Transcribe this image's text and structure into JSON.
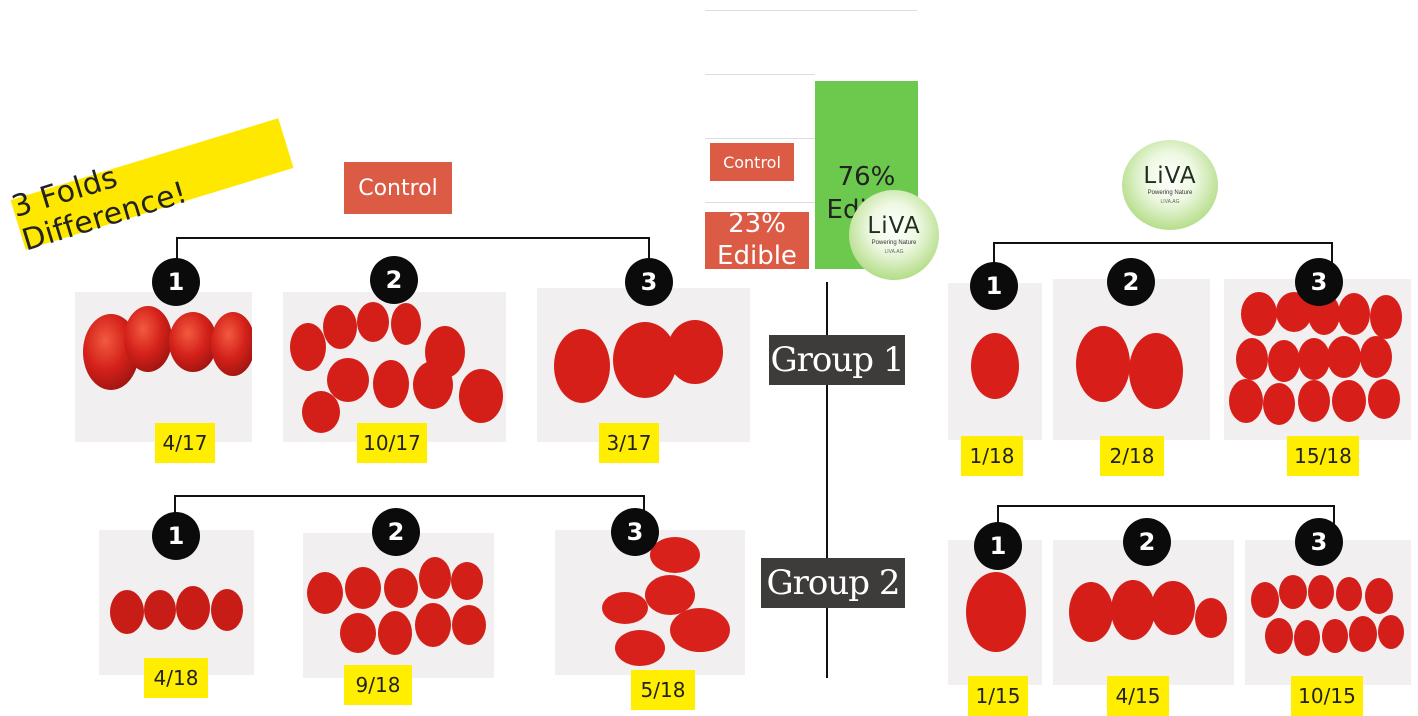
{
  "banner": {
    "text": "3 Folds Difference!"
  },
  "control_tag": "Control",
  "chart": {
    "control_label": "Control",
    "control_bar": {
      "line1": "23%",
      "line2": "Edible"
    },
    "liva_bar": {
      "line1": "76%",
      "line2": "Edible"
    }
  },
  "liva_logo": {
    "name": "LiVA",
    "tagline": "Powering Nature",
    "site": "LIVA.AG"
  },
  "group_labels": {
    "g1": "Group 1",
    "g2": "Group 2"
  },
  "control": {
    "group1": {
      "num1": "1",
      "num2": "2",
      "num3": "3",
      "frac1": "4/17",
      "frac2": "10/17",
      "frac3": "3/17"
    },
    "group2": {
      "num1": "1",
      "num2": "2",
      "num3": "3",
      "frac1": "4/18",
      "frac2": "9/18",
      "frac3": "5/18"
    }
  },
  "liva": {
    "group1": {
      "num1": "1",
      "num2": "2",
      "num3": "3",
      "frac1": "1/18",
      "frac2": "2/18",
      "frac3": "15/18"
    },
    "group2": {
      "num1": "1",
      "num2": "2",
      "num3": "3",
      "frac1": "1/15",
      "frac2": "4/15",
      "frac3": "10/15"
    }
  },
  "colors": {
    "control_red": "#dc5b45",
    "liva_green": "#6cc94e",
    "highlight_yellow": "#ffee00",
    "label_dark": "#3e3b3b",
    "tomato": "#d91f1a"
  },
  "chart_data": {
    "type": "bar",
    "categories": [
      "Control",
      "LiVA"
    ],
    "values": [
      23,
      76
    ],
    "ylim": [
      0,
      100
    ]
  }
}
